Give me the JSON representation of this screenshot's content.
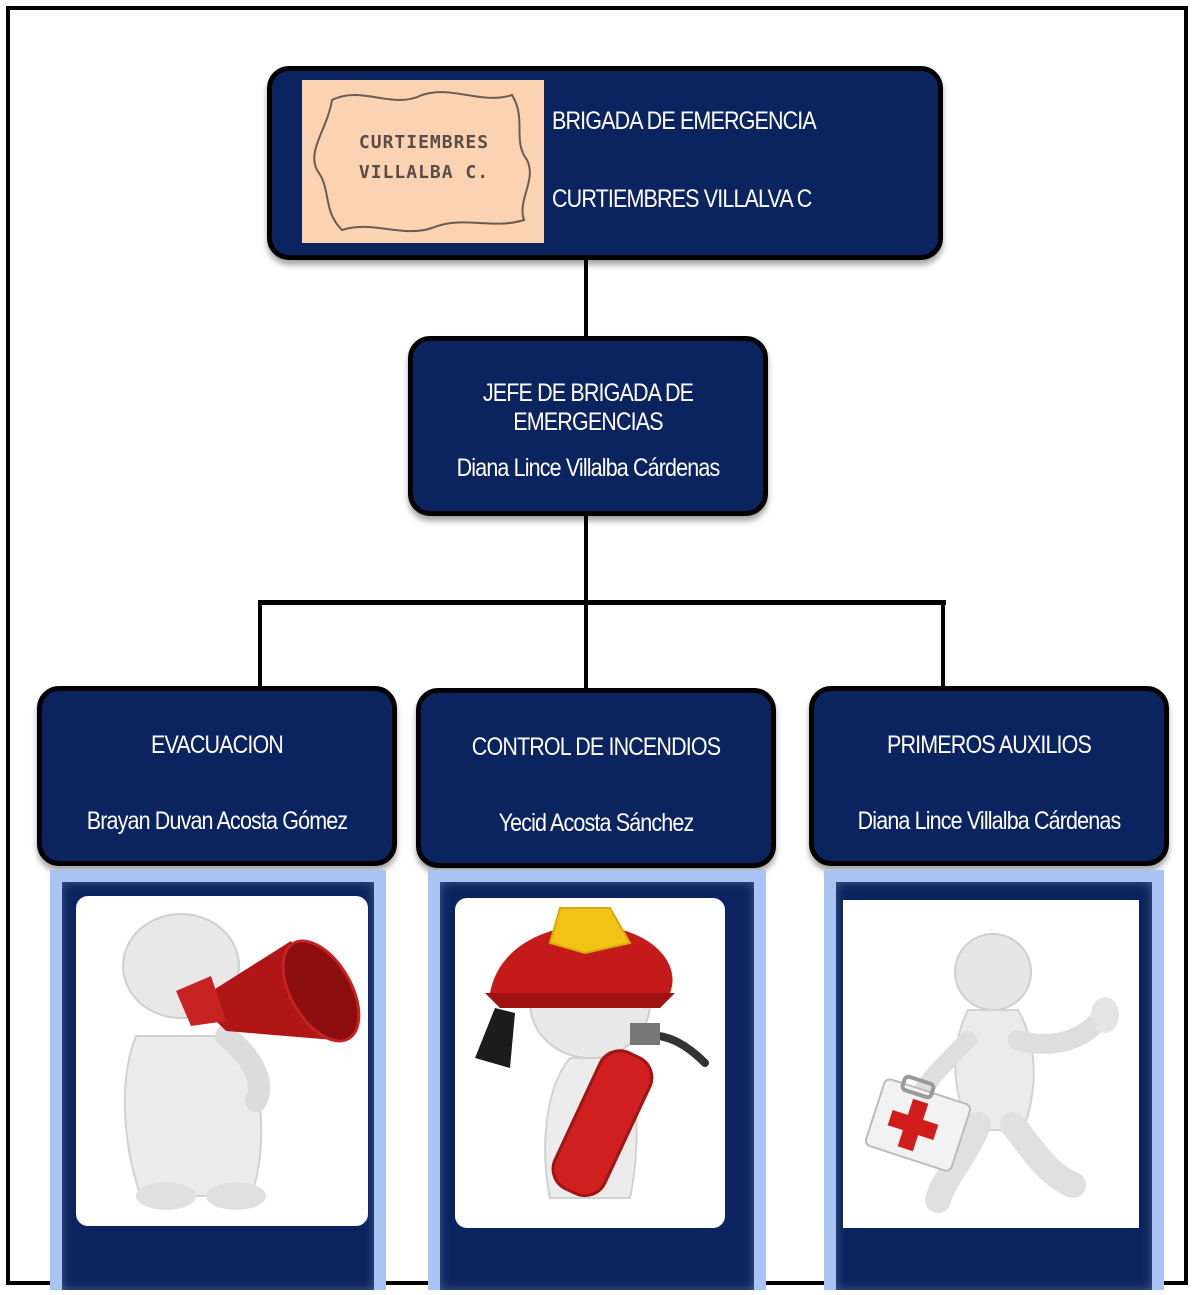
{
  "header": {
    "logo_line1": "CURTIEMBRES",
    "logo_line2": "VILLALBA C.",
    "title_line1": "BRIGADA DE EMERGENCIA",
    "title_line2": "CURTIEMBRES VILLALVA C"
  },
  "chief": {
    "role": "JEFE DE BRIGADA DE EMERGENCIAS",
    "name": "Diana Lince Villalba Cárdenas"
  },
  "teams": [
    {
      "role": "EVACUACION",
      "name": "Brayan Duvan Acosta Gómez",
      "icon": "megaphone-figure-icon"
    },
    {
      "role": "CONTROL DE INCENDIOS",
      "name": "Yecid Acosta Sánchez",
      "icon": "firefighter-figure-icon"
    },
    {
      "role": "PRIMEROS AUXILIOS",
      "name": "Diana Lince Villalba Cárdenas",
      "icon": "first-aid-figure-icon"
    }
  ],
  "colors": {
    "box_fill": "#0b2460",
    "panel_glow": "#a9c4f4",
    "logo_bg": "#fbd3b2",
    "accent_red": "#c81e1e"
  }
}
